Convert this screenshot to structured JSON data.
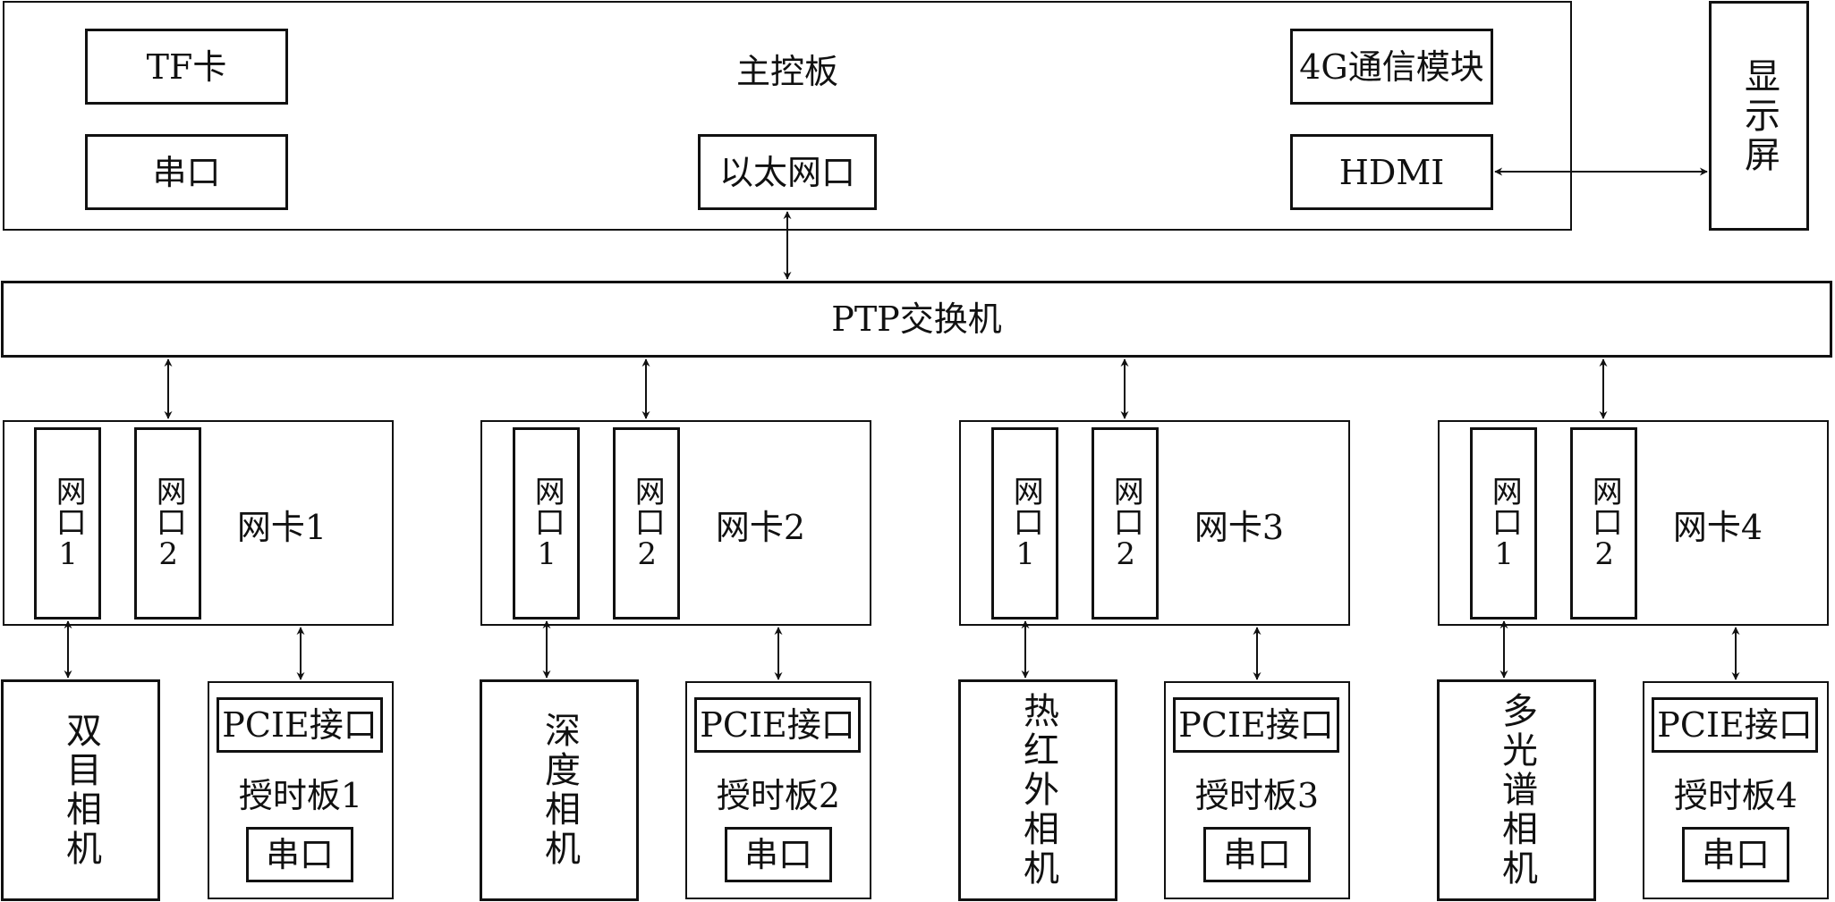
{
  "main_board": {
    "title": "主控板",
    "tf_card": "TF卡",
    "serial": "串口",
    "ethernet": "以太网口",
    "module_4g": "4G通信模块",
    "hdmi": "HDMI"
  },
  "display": "显示屏",
  "switch": "PTP交换机",
  "units": [
    {
      "nic": "网卡1",
      "port1": "网口1",
      "port2": "网口2",
      "camera": "双目相机",
      "pcie": "PCIE接口",
      "timing": "授时板1",
      "serial": "串口"
    },
    {
      "nic": "网卡2",
      "port1": "网口1",
      "port2": "网口2",
      "camera": "深度相机",
      "pcie": "PCIE接口",
      "timing": "授时板2",
      "serial": "串口"
    },
    {
      "nic": "网卡3",
      "port1": "网口1",
      "port2": "网口2",
      "camera": "热红外相机",
      "pcie": "PCIE接口",
      "timing": "授时板3",
      "serial": "串口"
    },
    {
      "nic": "网卡4",
      "port1": "网口1",
      "port2": "网口2",
      "camera": "多光谱相机",
      "pcie": "PCIE接口",
      "timing": "授时板4",
      "serial": "串口"
    }
  ]
}
